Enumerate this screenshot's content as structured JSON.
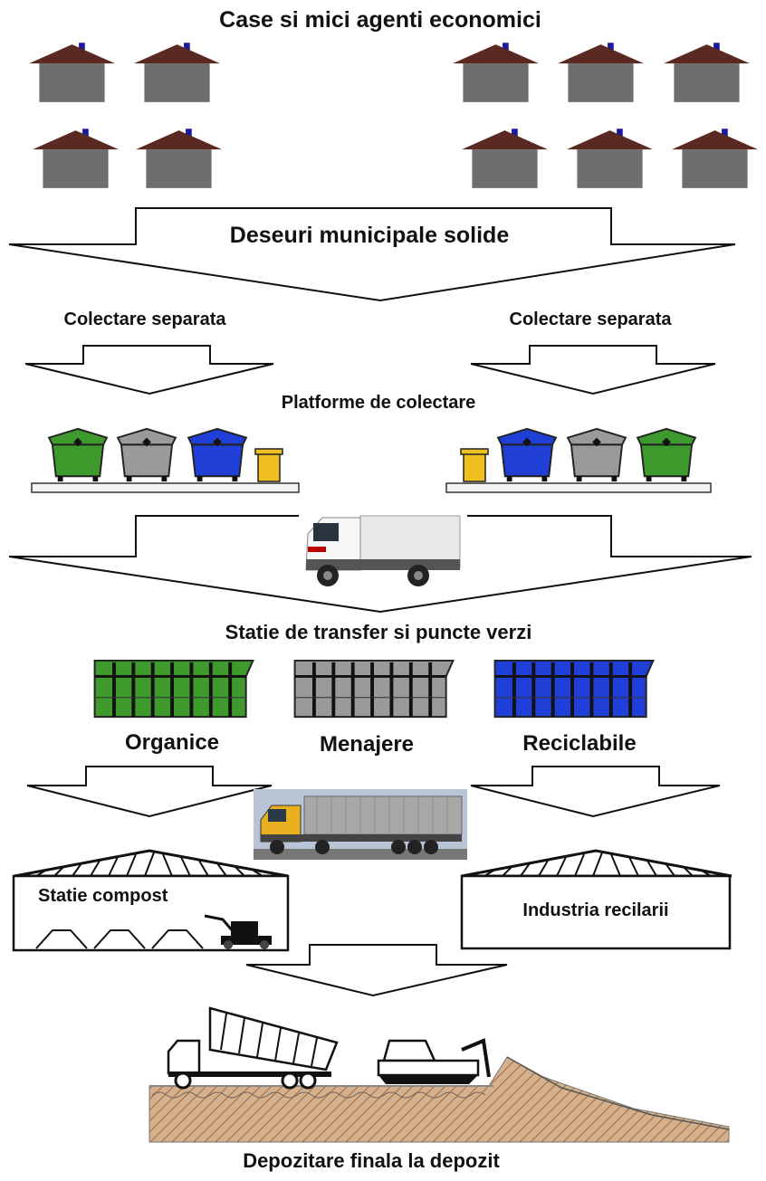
{
  "diagram": {
    "title": "Case si mici agenti economici",
    "waste_label": "Deseuri municipale solide",
    "separate_collection_left": "Colectare separata",
    "separate_collection_right": "Colectare separata",
    "collection_platforms": "Platforme de colectare",
    "transfer_station": "Statie de transfer si puncte verzi",
    "container_organic": "Organice",
    "container_household": "Menajere",
    "container_recyclable": "Reciclabile",
    "compost_station": "Statie compost",
    "recycling_industry": "Industria recilarii",
    "final_disposal": "Depozitare finala la depozit"
  },
  "colors": {
    "roof": "#5a2a22",
    "wall": "#6e6e6e",
    "chimney": "#1a1aa0",
    "bin_green": "#3e9a2c",
    "bin_gray": "#9a9a9a",
    "bin_blue": "#1f3fd6",
    "bin_yellow": "#f0c020",
    "soil": "#c9a27a"
  },
  "icons": [
    "house-icon",
    "bin-icon",
    "garbage-truck-icon",
    "container-icon",
    "trailer-truck-icon",
    "building-icon",
    "bulldozer-icon",
    "dump-truck-icon",
    "landfill-icon",
    "arrow-icon"
  ]
}
